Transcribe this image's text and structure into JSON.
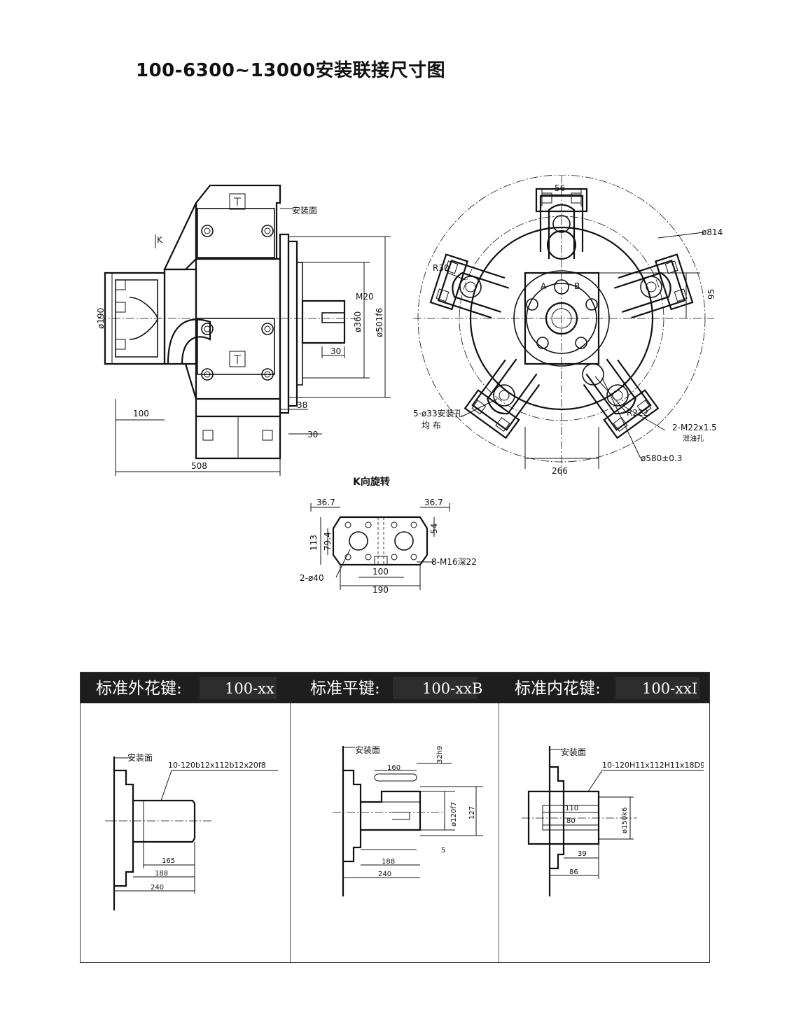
{
  "title": "100-6300~13000安装联接尺寸图",
  "side_view": {
    "labels": {
      "mount_face": "安装面",
      "k": "K",
      "thread": "M20"
    },
    "dims": {
      "d190": "ø190",
      "d360": "ø360",
      "d501": "ø501f6",
      "w30a": "30",
      "w38": "38",
      "w30b": "30",
      "w100": "100",
      "w508": "508"
    }
  },
  "front_view": {
    "labels": {
      "a": "A",
      "b": "B",
      "holes": "5-ø33安装孔",
      "holes2": "均 布",
      "drain": "2-M22x1.5",
      "drain2": "泄油孔"
    },
    "dims": {
      "w56": "56",
      "d814": "ø814",
      "r30": "R30",
      "h95": "95",
      "r222": "R222",
      "d580": "ø580±0.3",
      "w266": "266"
    }
  },
  "k_view": {
    "title": "K向旋转",
    "dims": {
      "l367": "36.7",
      "r367": "36.7",
      "h113": "113",
      "h794": "79.4",
      "h54": "54",
      "w100": "100",
      "w190": "190",
      "holes": "2-ø40",
      "threads": "8-M16深22"
    }
  },
  "table": {
    "headers": [
      {
        "label": "标准外花键:",
        "code": "100-xx"
      },
      {
        "label": "标准平键:",
        "code": "100-xxB"
      },
      {
        "label": "标准内花键:",
        "code": "100-xxI"
      }
    ],
    "external_spline": {
      "mount": "安装面",
      "spec": "10-120b12x112b12x20f8",
      "d165": "165",
      "d188": "188",
      "d240": "240"
    },
    "flat_key": {
      "mount": "安装面",
      "d160": "160",
      "d32h9": "32h9",
      "d120f7": "ø120f7",
      "d127": "127",
      "d5": "5",
      "d188": "188",
      "d240": "240"
    },
    "internal_spline": {
      "mount": "安装面",
      "spec": "10-120H11x112H11x18D9",
      "d110": "110",
      "d80": "80",
      "d150k6": "ø150k6",
      "d39": "39",
      "d86": "86"
    }
  }
}
